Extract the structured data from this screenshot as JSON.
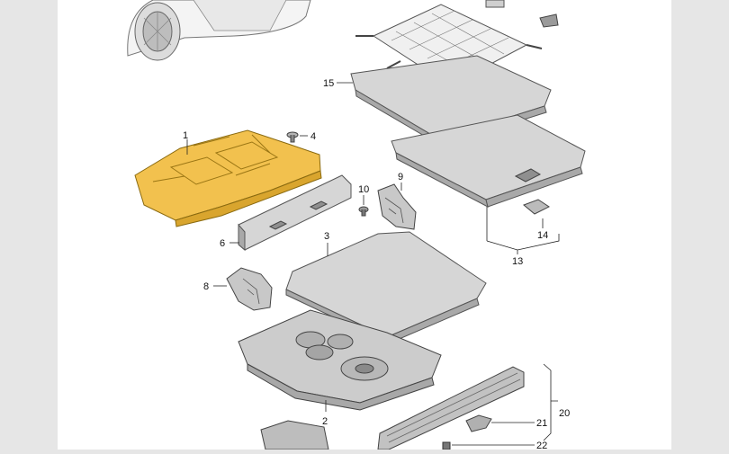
{
  "diagram": {
    "labels": {
      "l1": "1",
      "l2": "2",
      "l3": "3",
      "l4": "4",
      "l6": "6",
      "l8": "8",
      "l9": "9",
      "l10": "10",
      "l13": "13",
      "l14": "14",
      "l15": "15",
      "l20": "20",
      "l21": "21",
      "l22": "22"
    },
    "colors": {
      "highlight": "#f2c14e",
      "part_fill": "#d6d6d6",
      "background": "#ffffff",
      "margin": "#e6e6e6"
    }
  }
}
